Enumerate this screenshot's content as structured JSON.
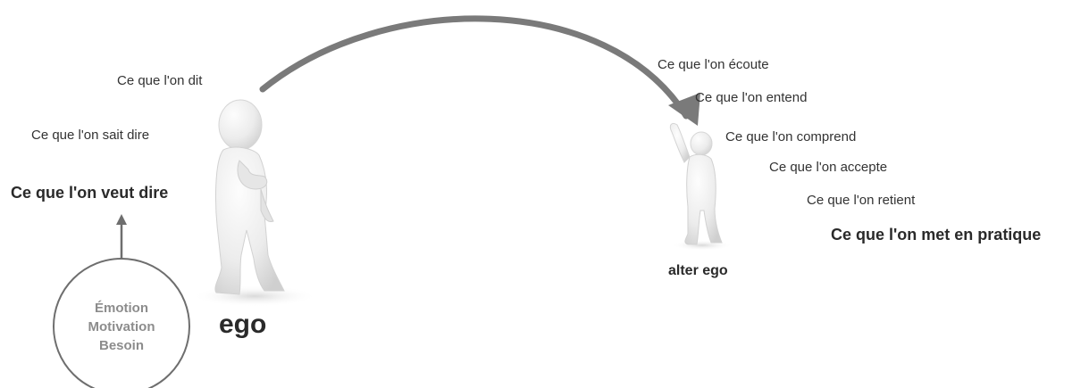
{
  "speaker": {
    "name": "ego",
    "levels": [
      "Ce que l'on dit",
      "Ce que l'on sait dire",
      "Ce que l'on veut dire"
    ],
    "source": [
      "Émotion",
      "Motivation",
      "Besoin"
    ]
  },
  "listener": {
    "name": "alter ego",
    "levels": [
      "Ce que l'on écoute",
      "Ce que l'on entend",
      "Ce que l'on comprend",
      "Ce que l'on accepte",
      "Ce que l'on retient",
      "Ce que l'on met en pratique"
    ]
  },
  "colors": {
    "arrow": "#7a7a7a",
    "figure": "#ededed",
    "text": "#333333",
    "source_text": "#8c8c8c"
  }
}
